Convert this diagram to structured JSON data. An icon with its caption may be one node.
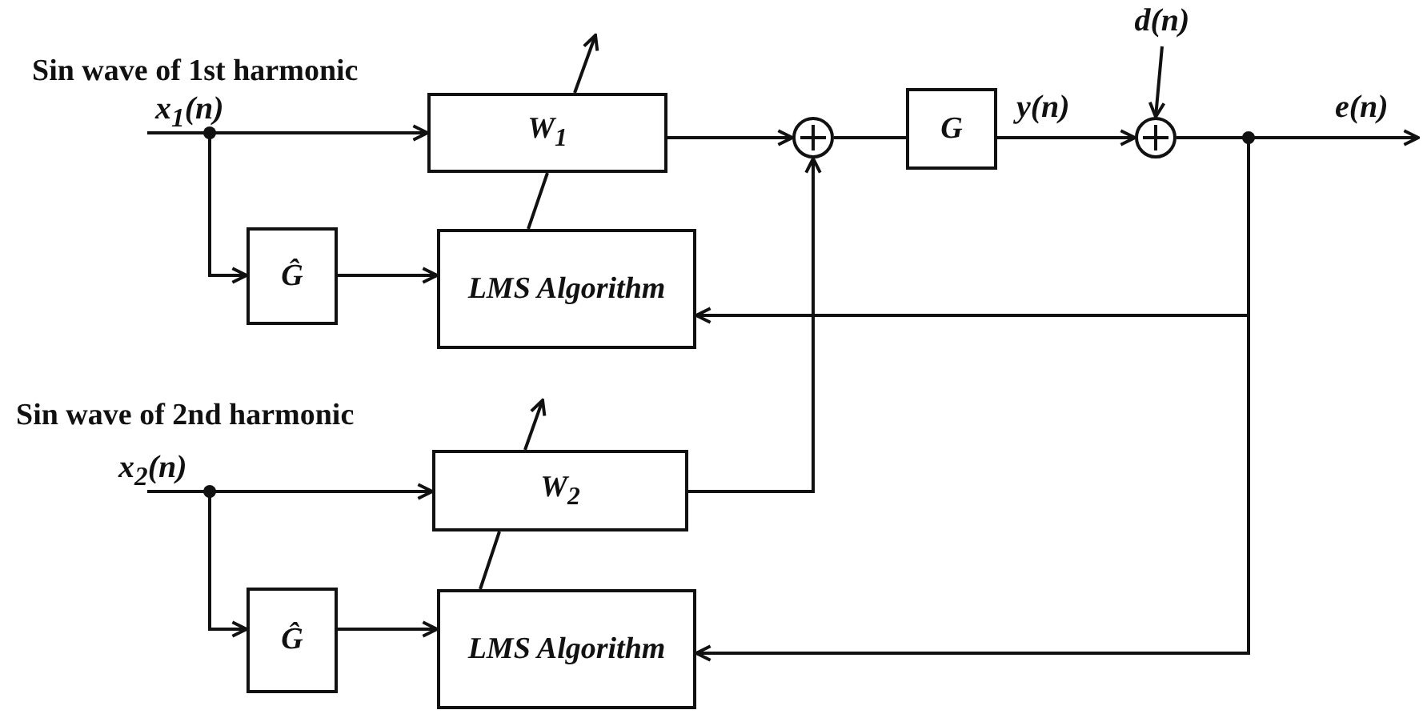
{
  "diagram": {
    "nodes": [
      {
        "text": [
          "x$_{1}$(n)"
        ]
      },
      {
        "text": [
          "W$_{1}$"
        ]
      },
      {
        "text": [
          "Ĝ"
        ]
      },
      {
        "text": [
          "LMS Algorithm"
        ]
      },
      {
        "text": [],
        "shape": "circle"
      },
      {
        "text": [
          "G"
        ]
      },
      {
        "text": [],
        "shape": "circle"
      },
      {
        "text": [
          "d(n)"
        ]
      },
      {
        "text": [
          "x$_{2}$(n)"
        ]
      },
      {
        "text": [
          "W$_{2}$"
        ]
      },
      {
        "text": [
          "Ĝ"
        ]
      },
      {
        "text": [
          "LMS Algorithm"
        ]
      }
    ],
    "edges": [
      {
        "from": 0,
        "to": 1,
        "arrow": "to"
      },
      {
        "from": 0,
        "to": 2,
        "arrow": "to"
      },
      {
        "from": 2,
        "to": 3,
        "arrow": "to"
      },
      {
        "from": 1,
        "to": 4,
        "arrow": "to"
      },
      {
        "from": 4,
        "to": 5,
        "arrow": "none"
      },
      {
        "from": 5,
        "to": 6,
        "arrow": "to",
        "label": "y(n)"
      },
      {
        "from": 7,
        "to": 6,
        "arrow": "to"
      },
      {
        "from": 6,
        "to": null,
        "arrow": "to",
        "label": "e(n)"
      },
      {
        "from": 6,
        "to": 3,
        "arrow": "to"
      },
      {
        "from": 6,
        "to": 11,
        "arrow": "to"
      },
      {
        "from": 8,
        "to": 9,
        "arrow": "to"
      },
      {
        "from": 8,
        "to": 10,
        "arrow": "to"
      },
      {
        "from": 10,
        "to": 11,
        "arrow": "to"
      },
      {
        "from": 9,
        "to": 4,
        "arrow": "to"
      },
      {
        "from": 3,
        "to": 1,
        "arrow": "none"
      },
      {
        "from": 11,
        "to": 9,
        "arrow": "none"
      }
    ],
    "labels": [
      "Sin wave of 1st harmonic",
      "Sin wave of 2nd harmonic"
    ]
  }
}
